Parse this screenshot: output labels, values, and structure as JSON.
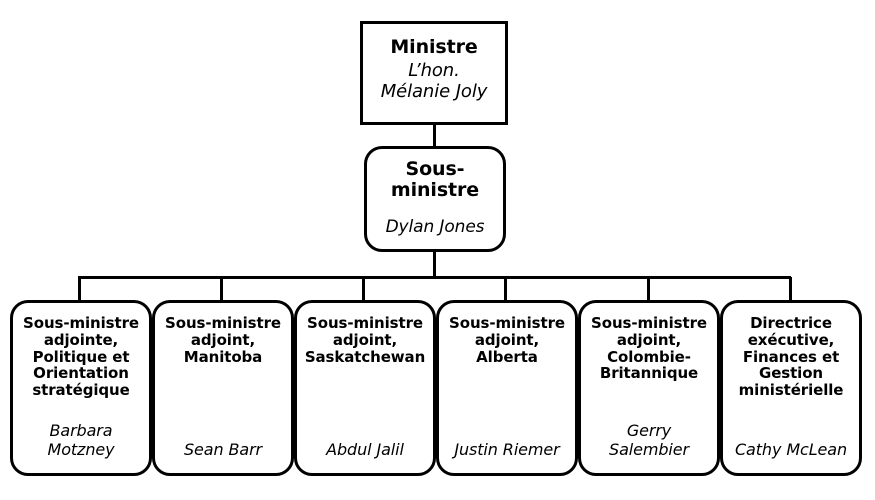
{
  "chart": {
    "type": "organizational-chart",
    "language": "fr",
    "background_color": "#ffffff",
    "line_color": "#000000",
    "border_color": "#000000",
    "text_color": "#000000"
  },
  "root": {
    "title": "Ministre",
    "person": "L’hon.\nMélanie Joly",
    "person_line1": "L’hon.",
    "person_line2": "Mélanie Joly",
    "shape": "rectangle"
  },
  "deputy": {
    "title": "Sous-\nministre",
    "title_line1": "Sous-",
    "title_line2": "ministre",
    "person": "Dylan Jones",
    "shape": "rounded-rectangle"
  },
  "reports": [
    {
      "title": "Sous-ministre adjointe, Politique et Orientation stratégique",
      "person": "Barbara Motzney",
      "shape": "rounded-rectangle"
    },
    {
      "title": "Sous-ministre adjoint, Manitoba",
      "person": "Sean Barr",
      "shape": "rounded-rectangle"
    },
    {
      "title": "Sous-ministre adjoint, Saskatchewan",
      "person": "Abdul Jalil",
      "shape": "rounded-rectangle"
    },
    {
      "title": "Sous-ministre adjoint, Alberta",
      "person": "Justin Riemer",
      "shape": "rounded-rectangle"
    },
    {
      "title": "Sous-ministre adjoint, Colombie-Britannique",
      "person": "Gerry Salembier",
      "shape": "rounded-rectangle"
    },
    {
      "title": "Directrice exécutive, Finances et Gestion ministérielle",
      "person": "Cathy McLean",
      "shape": "rounded-rectangle"
    }
  ]
}
